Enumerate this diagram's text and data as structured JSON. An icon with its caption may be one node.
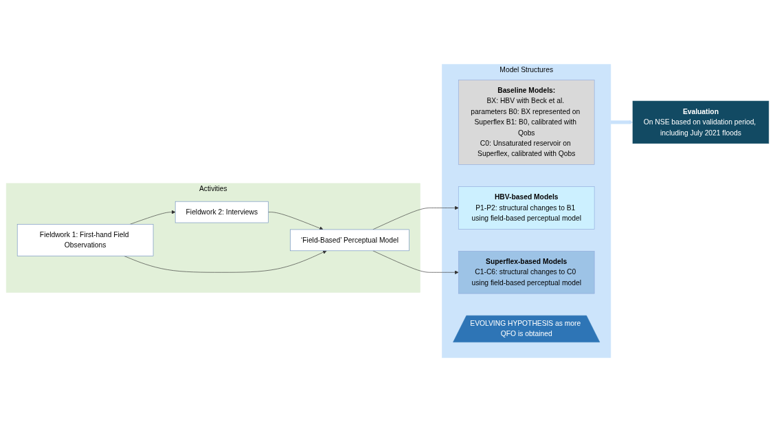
{
  "diagram": {
    "nodes": [
      {
        "text": [
          "Activities"
        ]
      },
      {
        "text": [
          "Fieldwork 1: First-hand Field Observations"
        ],
        "in": 0
      },
      {
        "text": [
          "Fieldwork 2: Interviews"
        ],
        "in": 0
      },
      {
        "text": [
          "‘Field-Based’ Perceptual Model"
        ],
        "in": 0
      },
      {
        "text": [
          "Model Structures"
        ]
      },
      {
        "text": [
          "Baseline Models:",
          "BX: HBV with Beck et al. parameters B0: BX represented on Superflex B1: B0, calibrated with Qobs",
          "C0: Unsaturated reservoir on Superflex, calibrated with Qobs"
        ],
        "in": 4
      },
      {
        "text": [
          "HBV-based Models",
          "P1-P2: structural changes to B1 using field-based perceptual model"
        ],
        "in": 4
      },
      {
        "text": [
          "Superflex-based Models",
          "C1-C6: structural changes to C0 using field-based perceptual model"
        ],
        "in": 4
      },
      {
        "text": [
          "EVOLVING HYPOTHESIS as more QFO is obtained"
        ],
        "in": 4
      },
      {
        "text": [
          "Evaluation",
          "On NSE based on validation period, including July 2021 floods"
        ]
      }
    ],
    "edges": [
      {
        "from": 1,
        "to": 2,
        "arrow": "to"
      },
      {
        "from": 2,
        "to": 3,
        "arrow": "to"
      },
      {
        "from": 1,
        "to": 3,
        "arrow": "to"
      },
      {
        "from": 3,
        "to": 6,
        "arrow": "to"
      },
      {
        "from": 3,
        "to": 7,
        "arrow": "to"
      },
      {
        "from": 4,
        "to": 9,
        "arrow": "to",
        "style": "thick",
        "color": "#c9e2fb"
      }
    ]
  }
}
